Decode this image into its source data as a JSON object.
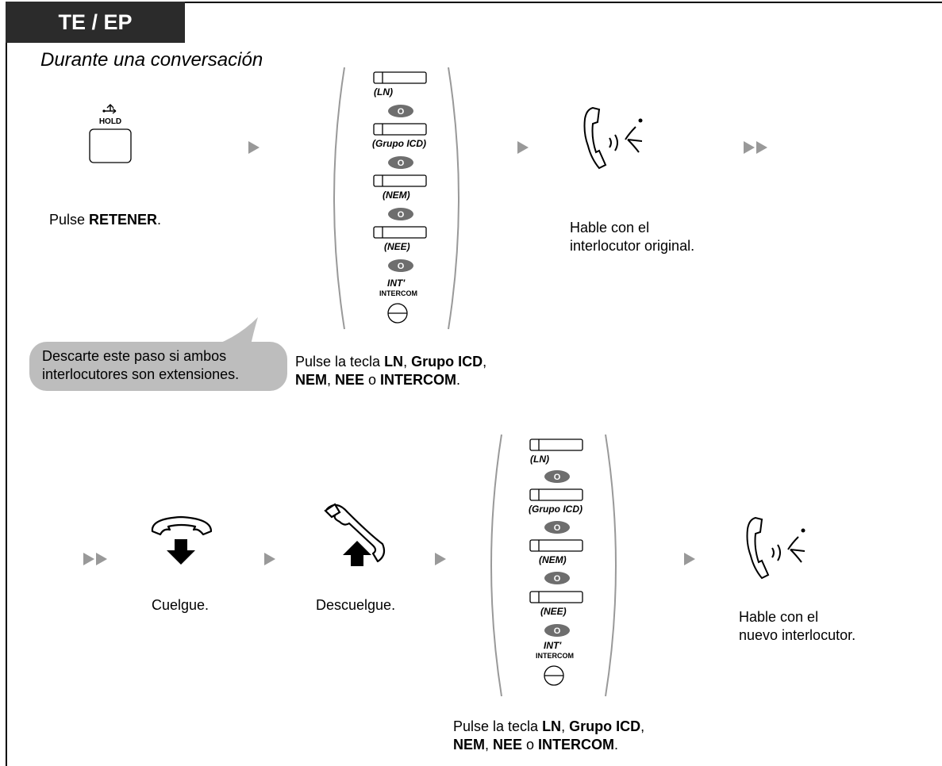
{
  "header": {
    "tab_label": "TE / EP",
    "subtitle": "Durante una conversación"
  },
  "step1": {
    "hold_label": "HOLD",
    "caption_prefix": "Pulse ",
    "caption_bold": "RETENER",
    "caption_suffix": "."
  },
  "key_panel": {
    "labels": [
      "(LN)",
      "(Grupo ICD)",
      "(NEM)",
      "(NEE)"
    ],
    "or_label": "O",
    "int_label": "INT'",
    "intercom_label": "INTERCOM"
  },
  "key_caption": {
    "prefix": "Pulse la tecla ",
    "ln": "LN",
    "sep1": ", ",
    "icd": "Grupo ICD",
    "sep2": ",",
    "nem": "NEM",
    "sep3": ", ",
    "nee": "NEE",
    "or_word": " o ",
    "intercom": "INTERCOM",
    "end": "."
  },
  "talk1": {
    "line1": "Hable con el",
    "line2": "interlocutor original."
  },
  "note": {
    "line1": "Descarte este paso si ambos",
    "line2": "interlocutores son extensiones."
  },
  "step_hangup": {
    "caption": "Cuelgue."
  },
  "step_offhook": {
    "caption": "Descuelgue."
  },
  "talk2": {
    "line1": "Hable con el",
    "line2": "nuevo interlocutor."
  },
  "colors": {
    "tab_bg": "#2b2b2b",
    "arrow": "#999999",
    "bubble": "#bdbdbd",
    "key_o": "#6e6e6e"
  }
}
